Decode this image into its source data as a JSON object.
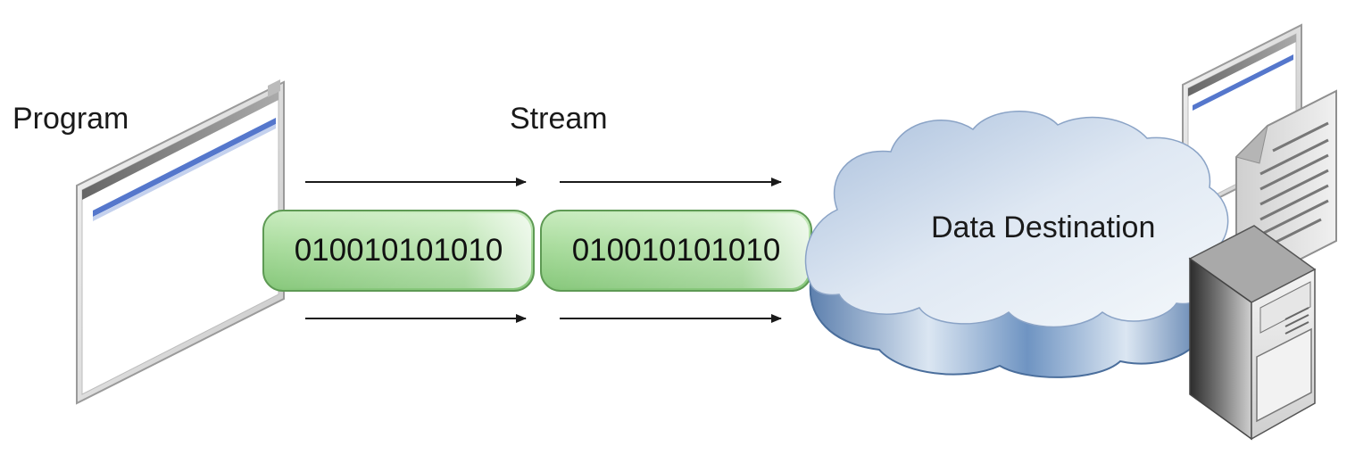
{
  "labels": {
    "program": "Program",
    "stream": "Stream",
    "destination": "Data Destination"
  },
  "stream_segments": [
    {
      "bits": "010010101010"
    },
    {
      "bits": "010010101010"
    }
  ],
  "icons": {
    "program": "program-window-icon",
    "destination_window": "window-icon",
    "destination_document": "document-icon",
    "destination_server": "server-icon",
    "cloud": "cloud-icon",
    "arrow": "arrow-right-icon"
  },
  "colors": {
    "segment_fill": "#a8dc9c",
    "segment_stroke": "#5e9a54",
    "cloud_light": "#e6eef6",
    "cloud_dark": "#5d86b8",
    "arrow": "#1a1a1a",
    "window_bar": "#8a8a8a",
    "window_stripe": "#5577cc"
  }
}
